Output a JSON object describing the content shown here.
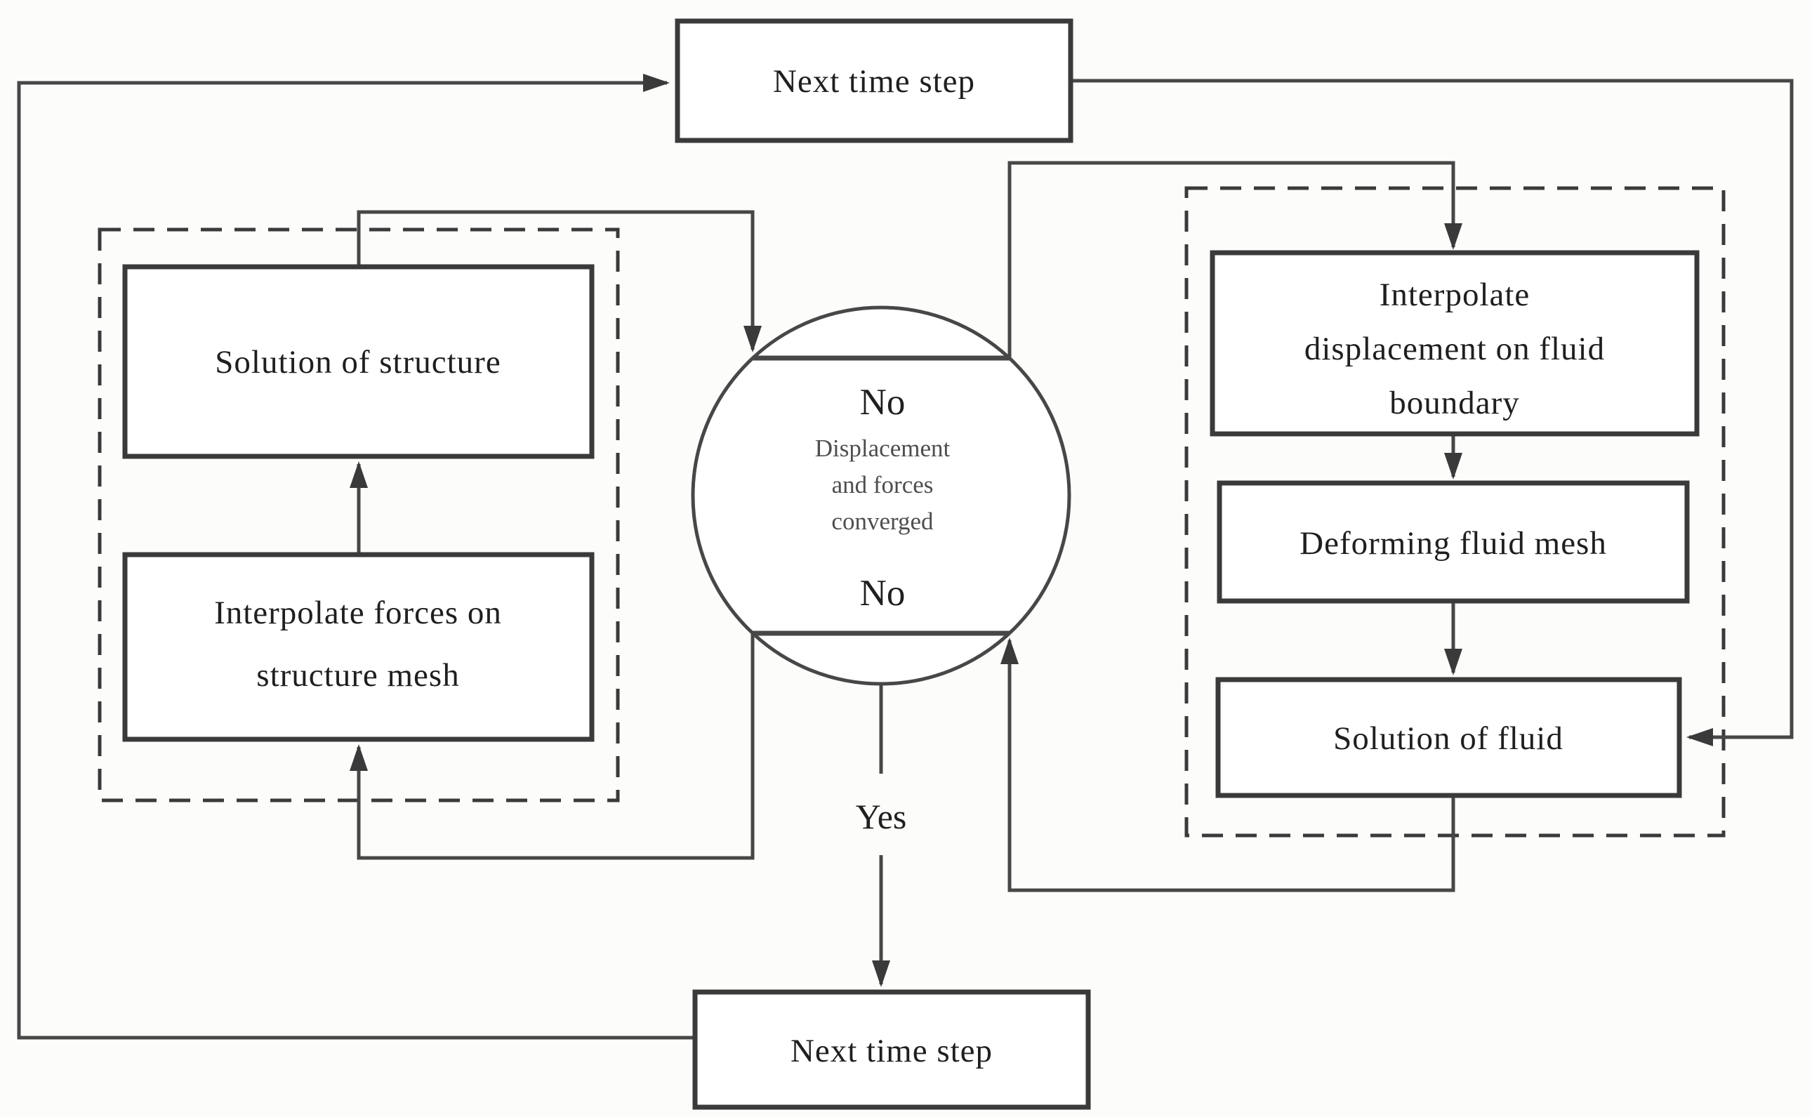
{
  "diagram": {
    "kind": "flowchart",
    "description": "Fluid-structure interaction coupling iteration flowchart"
  },
  "colors": {
    "background": "#fcfcfb",
    "box_stroke": "#3a3a3a",
    "line": "#474747",
    "text": "#1f1f1f",
    "secondary_text": "#4e4e4e"
  },
  "nodes": {
    "next_time_step_top": {
      "label": "Next time step"
    },
    "structure_group": {
      "solution_of_structure": {
        "label": "Solution of structure"
      },
      "interpolate_forces": {
        "lines": [
          "Interpolate forces on",
          "structure mesh"
        ]
      }
    },
    "decision": {
      "no_top": "No",
      "question_lines": [
        "Displacement",
        "and forces",
        "converged"
      ],
      "no_bottom": "No"
    },
    "fluid_group": {
      "interpolate_displacement": {
        "lines": [
          "Interpolate",
          "displacement on fluid",
          "boundary"
        ]
      },
      "deforming_fluid_mesh": {
        "label": "Deforming fluid mesh"
      },
      "solution_of_fluid": {
        "label": "Solution of fluid"
      }
    },
    "next_time_step_bottom": {
      "label": "Next time step"
    }
  },
  "edges": {
    "yes_label": "Yes"
  }
}
